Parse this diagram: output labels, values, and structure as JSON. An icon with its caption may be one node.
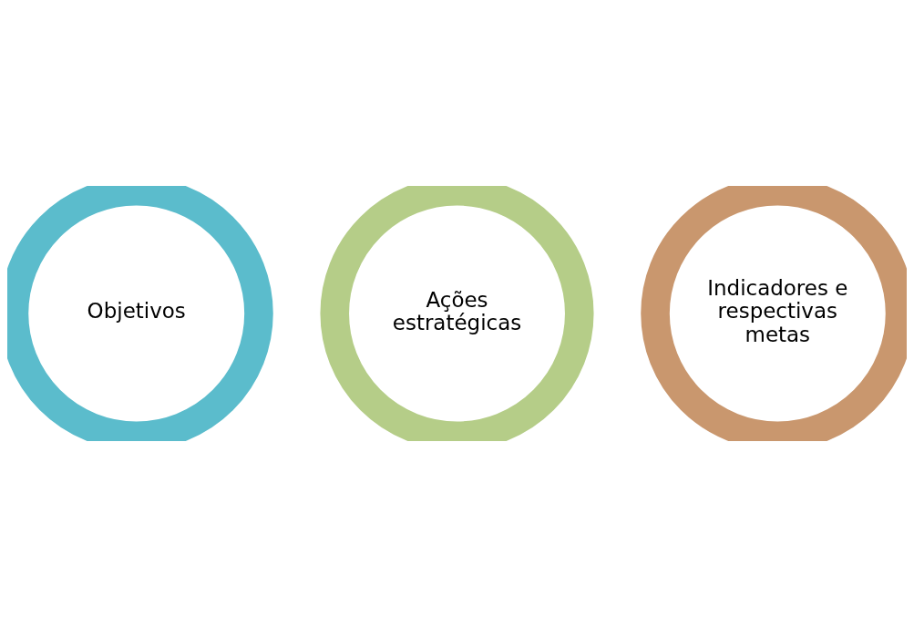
{
  "diagram": {
    "nodes": [
      {
        "text": [
          "Objetivos"
        ]
      },
      {
        "text": [
          "Ações estratégicas"
        ]
      },
      {
        "text": [
          "Indicadores e respectivas metas"
        ]
      }
    ],
    "edges": []
  }
}
